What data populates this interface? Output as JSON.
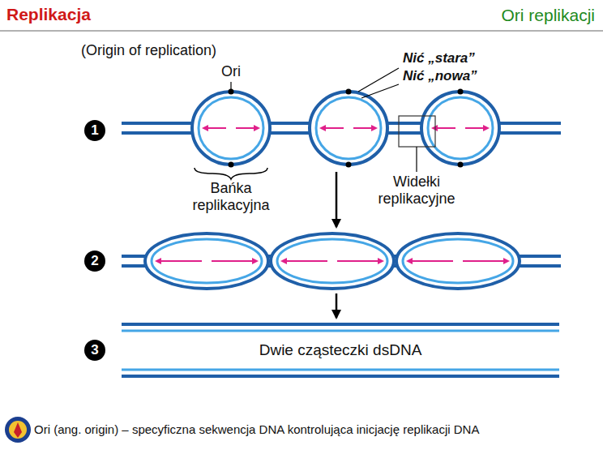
{
  "diagram": {
    "title": "Replikacja",
    "caption": "Ori (ang. origin) – specyficzna sekwencja DNA kontrolująca inicjację replikacji DNA",
    "labels": [
      "Ori replikacji",
      "(Origin of replication)",
      "Ori",
      "Nić „stara”",
      "Nić „nowa”",
      "1",
      "Bańka replikacyjna",
      "Widełki replikacyjne",
      "2",
      "3",
      "Dwie cząsteczki dsDNA"
    ]
  }
}
